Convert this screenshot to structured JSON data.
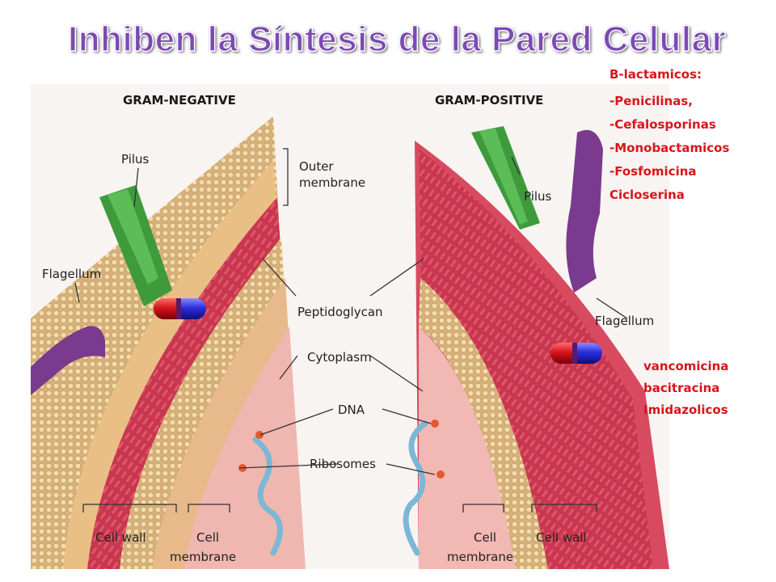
{
  "title": "Inhiben la Síntesis de la Pared Celular",
  "figure": {
    "header_left": "GRAM-NEGATIVE",
    "header_right": "GRAM-POSITIVE",
    "labels": {
      "pilus_left": "Pilus",
      "outer_membrane_1": "Outer",
      "outer_membrane_2": "membrane",
      "flagellum_left": "Flagellum",
      "peptidoglycan": "Peptidoglycan",
      "cytoplasm": "Cytoplasm",
      "dna": "DNA",
      "ribosomes": "Ribosomes",
      "pilus_right": "Pilus",
      "flagellum_right": "Flagellum",
      "cell_wall_left": "Cell wall",
      "cell_membrane_left_1": "Cell",
      "cell_membrane_left_2": "membrane",
      "cell_membrane_right_1": "Cell",
      "cell_membrane_right_2": "membrane",
      "cell_wall_right": "Cell wall"
    }
  },
  "beta_lactams": {
    "heading": "B-lactamicos:",
    "items": [
      "-Penicilinas,",
      "-Cefalosporinas",
      "-Monobactamicos",
      "-Fosfomicina",
      "Cicloserina"
    ]
  },
  "other_drugs": {
    "items": [
      "vancomicina",
      "bacitracina",
      "Imidazolicos"
    ]
  },
  "colors": {
    "title": "#7b4bb3",
    "drug_text": "#d8151c",
    "capsule_red": "#d7141c",
    "capsule_blue": "#2b2ee0",
    "membrane_tan": "#e6c48c",
    "wall_pink": "#d9485e",
    "pilus_green": "#3f9a3c",
    "flagellum_purple": "#7a3a8e"
  }
}
